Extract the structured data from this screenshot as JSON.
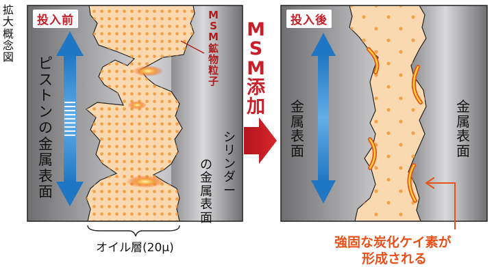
{
  "side_label": "拡大概念図",
  "before": {
    "tag": "投入前",
    "piston_label": "ピストンの金属表面",
    "cylinder_label": "シリンダーの金属表面",
    "particle_label": "MSM鉱物粒子",
    "oil_label": "オイル層(20μ)"
  },
  "middle_label": "MSM添加",
  "after": {
    "tag": "投入後",
    "left_metal": "金属表面",
    "right_metal": "金属表面",
    "callout_line1": "強固な炭化ケイ素が",
    "callout_line2": "形成される"
  },
  "colors": {
    "accent_red": "#c8202a",
    "callout_orange": "#e8501a",
    "oil_fill": "#fbd9b0",
    "dot": "#f3a24a",
    "arrow_blue": "#1f76c2"
  }
}
